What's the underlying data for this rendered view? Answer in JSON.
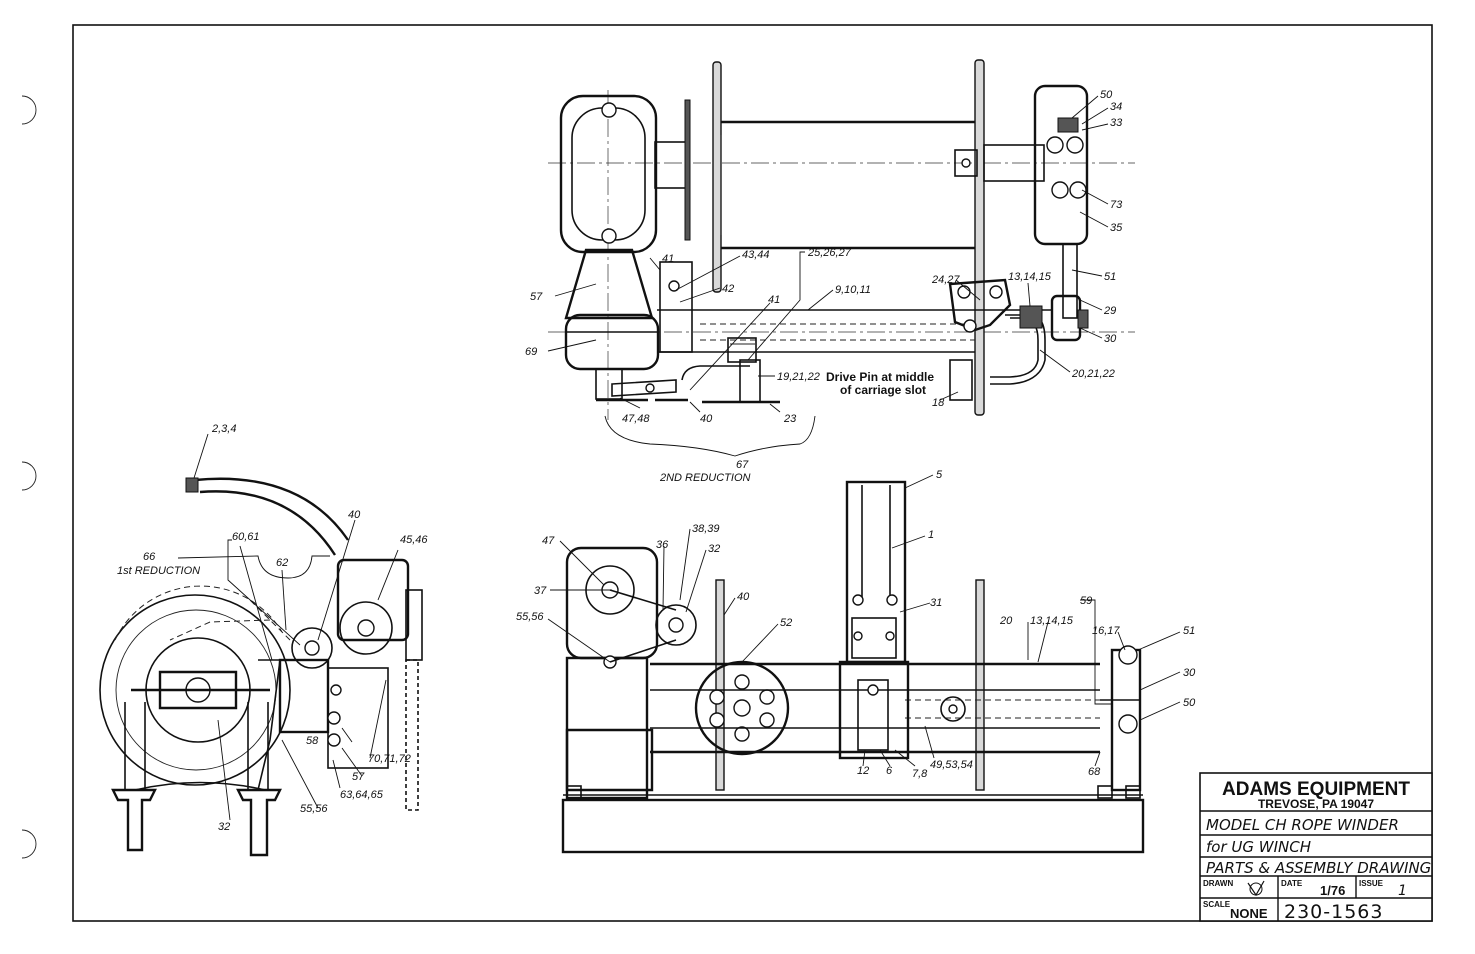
{
  "title_block": {
    "company": "ADAMS EQUIPMENT",
    "location": "TREVOSE, PA 19047",
    "line1": "MODEL CH ROPE WINDER",
    "line2": "for UG WINCH",
    "line3": "PARTS & ASSEMBLY DRAWING",
    "drawn_label": "DRAWN",
    "date_label": "DATE",
    "date_value": "1/76",
    "issue_label": "ISSUE",
    "issue_value": "1",
    "scale_label": "SCALE",
    "scale_value": "NONE",
    "drawing_number": "230-1563"
  },
  "notes": {
    "drive_pin_line1": "Drive Pin at middle",
    "drive_pin_line2": "of carriage slot",
    "second_reduction": "2ND REDUCTION",
    "first_reduction": "1st REDUCTION"
  },
  "top_view": {
    "callouts": [
      "50",
      "34",
      "33",
      "73",
      "35",
      "51",
      "29",
      "30",
      "20,21,22",
      "13,14,15",
      "24,27",
      "25,26,27",
      "9,10,11",
      "43,44",
      "41",
      "42",
      "57",
      "69",
      "41",
      "19,21,22",
      "18",
      "47,48",
      "40",
      "23",
      "67"
    ]
  },
  "side_view": {
    "callouts": [
      "2,3,4",
      "40",
      "60,61",
      "45,46",
      "66",
      "62",
      "58",
      "57",
      "70,71,72",
      "63,64,65",
      "55,56",
      "32"
    ]
  },
  "front_view": {
    "callouts": [
      "5",
      "1",
      "47",
      "38,39",
      "36",
      "32",
      "40",
      "37",
      "55,56",
      "52",
      "31",
      "20",
      "13,14,15",
      "59",
      "16,17",
      "51",
      "30",
      "50",
      "12",
      "6",
      "7,8",
      "49,53,54",
      "68"
    ]
  }
}
